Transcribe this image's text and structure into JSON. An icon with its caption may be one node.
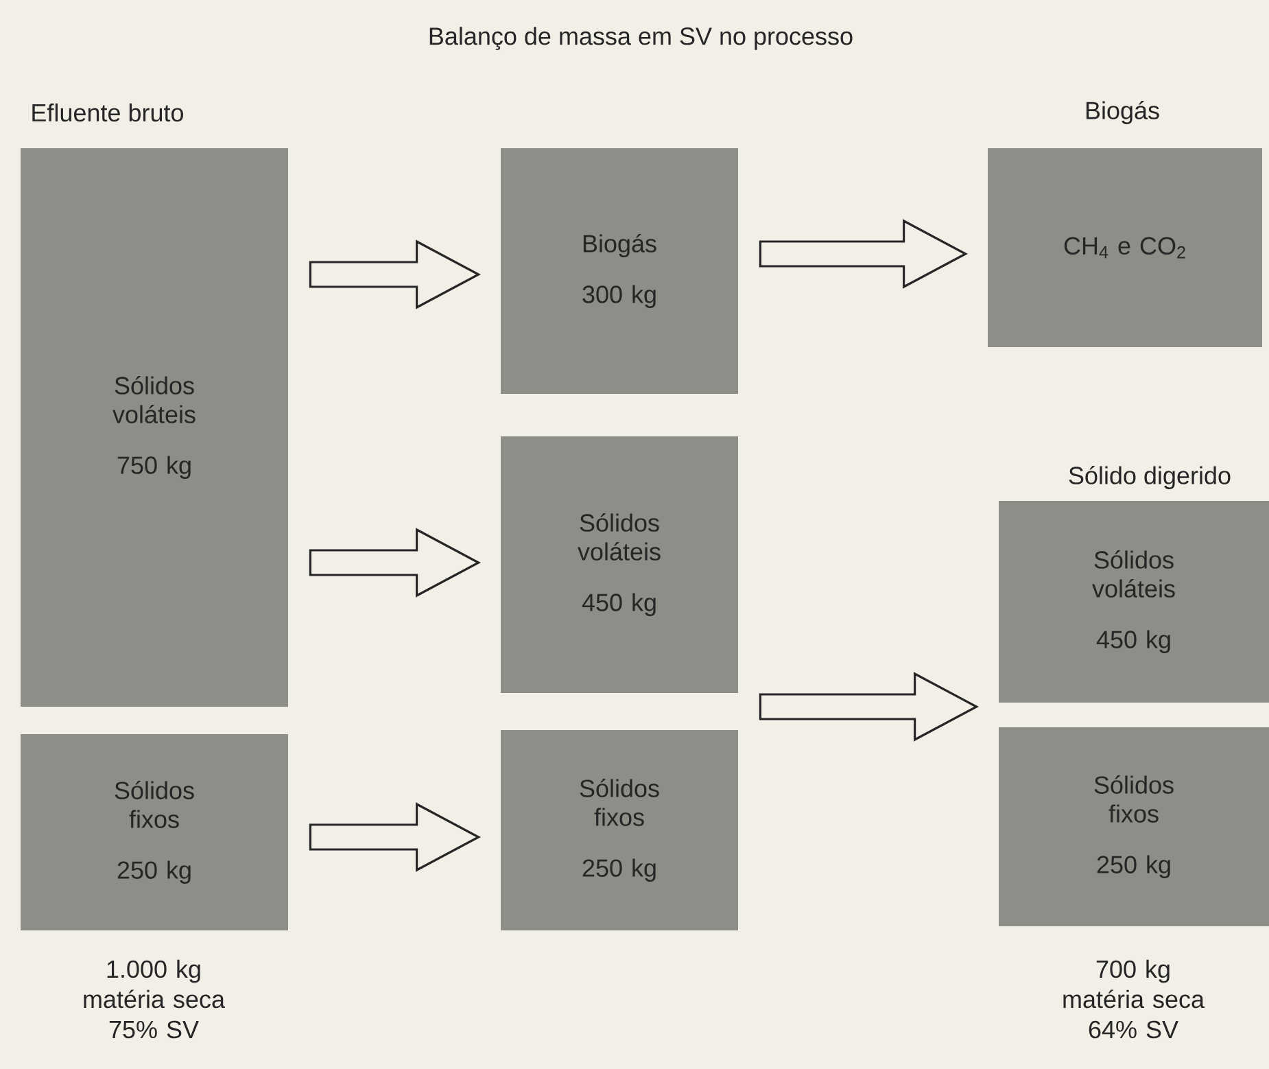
{
  "diagram": {
    "title": "Balanço de massa em SV no processo",
    "nodes": [
      {
        "text": [
          "Efluente bruto",
          "Sólidos voláteis",
          "750 kg"
        ]
      },
      {
        "text": [
          "Sólidos fixos",
          "250 kg"
        ]
      },
      {
        "text": [
          "Biogás",
          "300 kg"
        ]
      },
      {
        "text": [
          "Sólidos voláteis",
          "450 kg"
        ]
      },
      {
        "text": [
          "Sólidos fixos",
          "250 kg"
        ]
      },
      {
        "text": [
          "Biogás",
          "CH$_{4}$ e CO$_{2}$"
        ]
      },
      {
        "text": [
          "Sólido digerido",
          "Sólidos voláteis",
          "450 kg"
        ]
      },
      {
        "text": [
          "Sólidos fixos",
          "250 kg"
        ]
      }
    ],
    "edges": [
      {
        "from": 0,
        "to": 2,
        "arrow": "to"
      },
      {
        "from": 0,
        "to": 3,
        "arrow": "to"
      },
      {
        "from": 1,
        "to": 4,
        "arrow": "to"
      },
      {
        "from": 2,
        "to": 5,
        "arrow": "to"
      },
      {
        "from": 3,
        "to": 6,
        "arrow": "to"
      },
      {
        "from": 4,
        "to": 7,
        "arrow": "to"
      }
    ],
    "labels": [
      "1.000 kg matéria seca 75% SV",
      "700 kg matéria seca 64% SV"
    ]
  }
}
